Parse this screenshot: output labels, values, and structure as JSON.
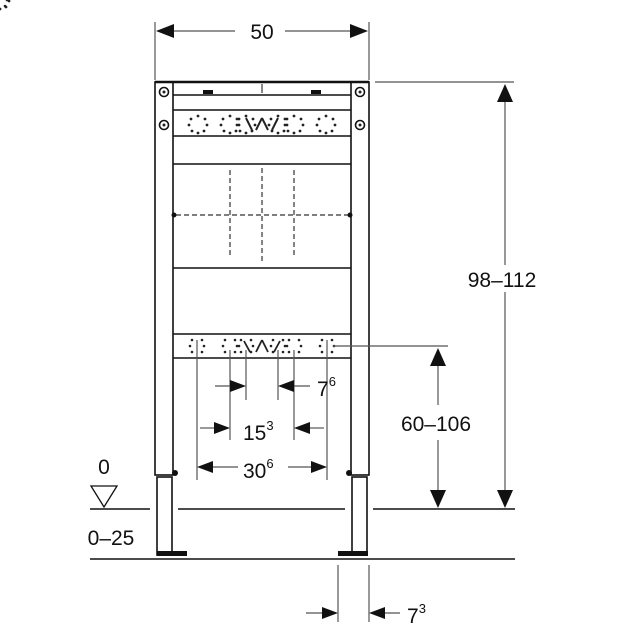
{
  "drawing": {
    "type": "installation-frame-dimension-drawing",
    "units_implied": "cm",
    "dimensions": {
      "width": {
        "value": "50"
      },
      "total_height": {
        "value": "98–112"
      },
      "connection_height": {
        "value": "60–106"
      },
      "inner_spacing": {
        "base": "7",
        "sup": "6"
      },
      "mid_spacing": {
        "base": "15",
        "sup": "3"
      },
      "outer_spacing": {
        "base": "30",
        "sup": "6"
      },
      "foot_width": {
        "base": "7",
        "sup": "3"
      }
    },
    "floor_level": {
      "zero_label": "0",
      "adjust_range": "0–25"
    }
  }
}
